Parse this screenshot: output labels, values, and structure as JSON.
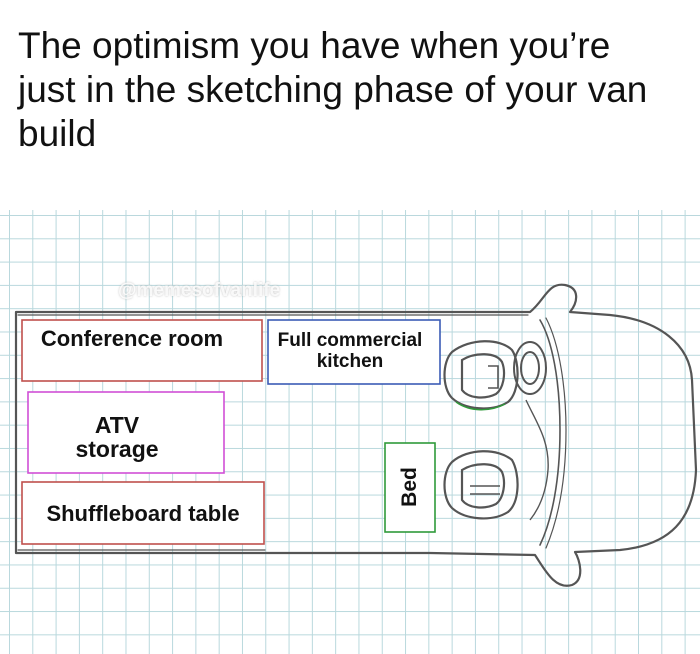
{
  "caption": "The optimism you have when you’re just in the sketching phase of your van build",
  "watermark": "@memesofvanlife",
  "rooms": {
    "conference": "Conference room",
    "kitchen": "Full commercial kitchen",
    "atv": "ATV storage",
    "shuffleboard": "Shuffleboard table",
    "bed": "Bed"
  },
  "colors": {
    "conference": "#c0504d",
    "kitchen": "#3b5bb5",
    "atv": "#d04fd6",
    "shuffleboard": "#c0504d",
    "bed": "#2f9a3a",
    "pencil": "#555555"
  }
}
